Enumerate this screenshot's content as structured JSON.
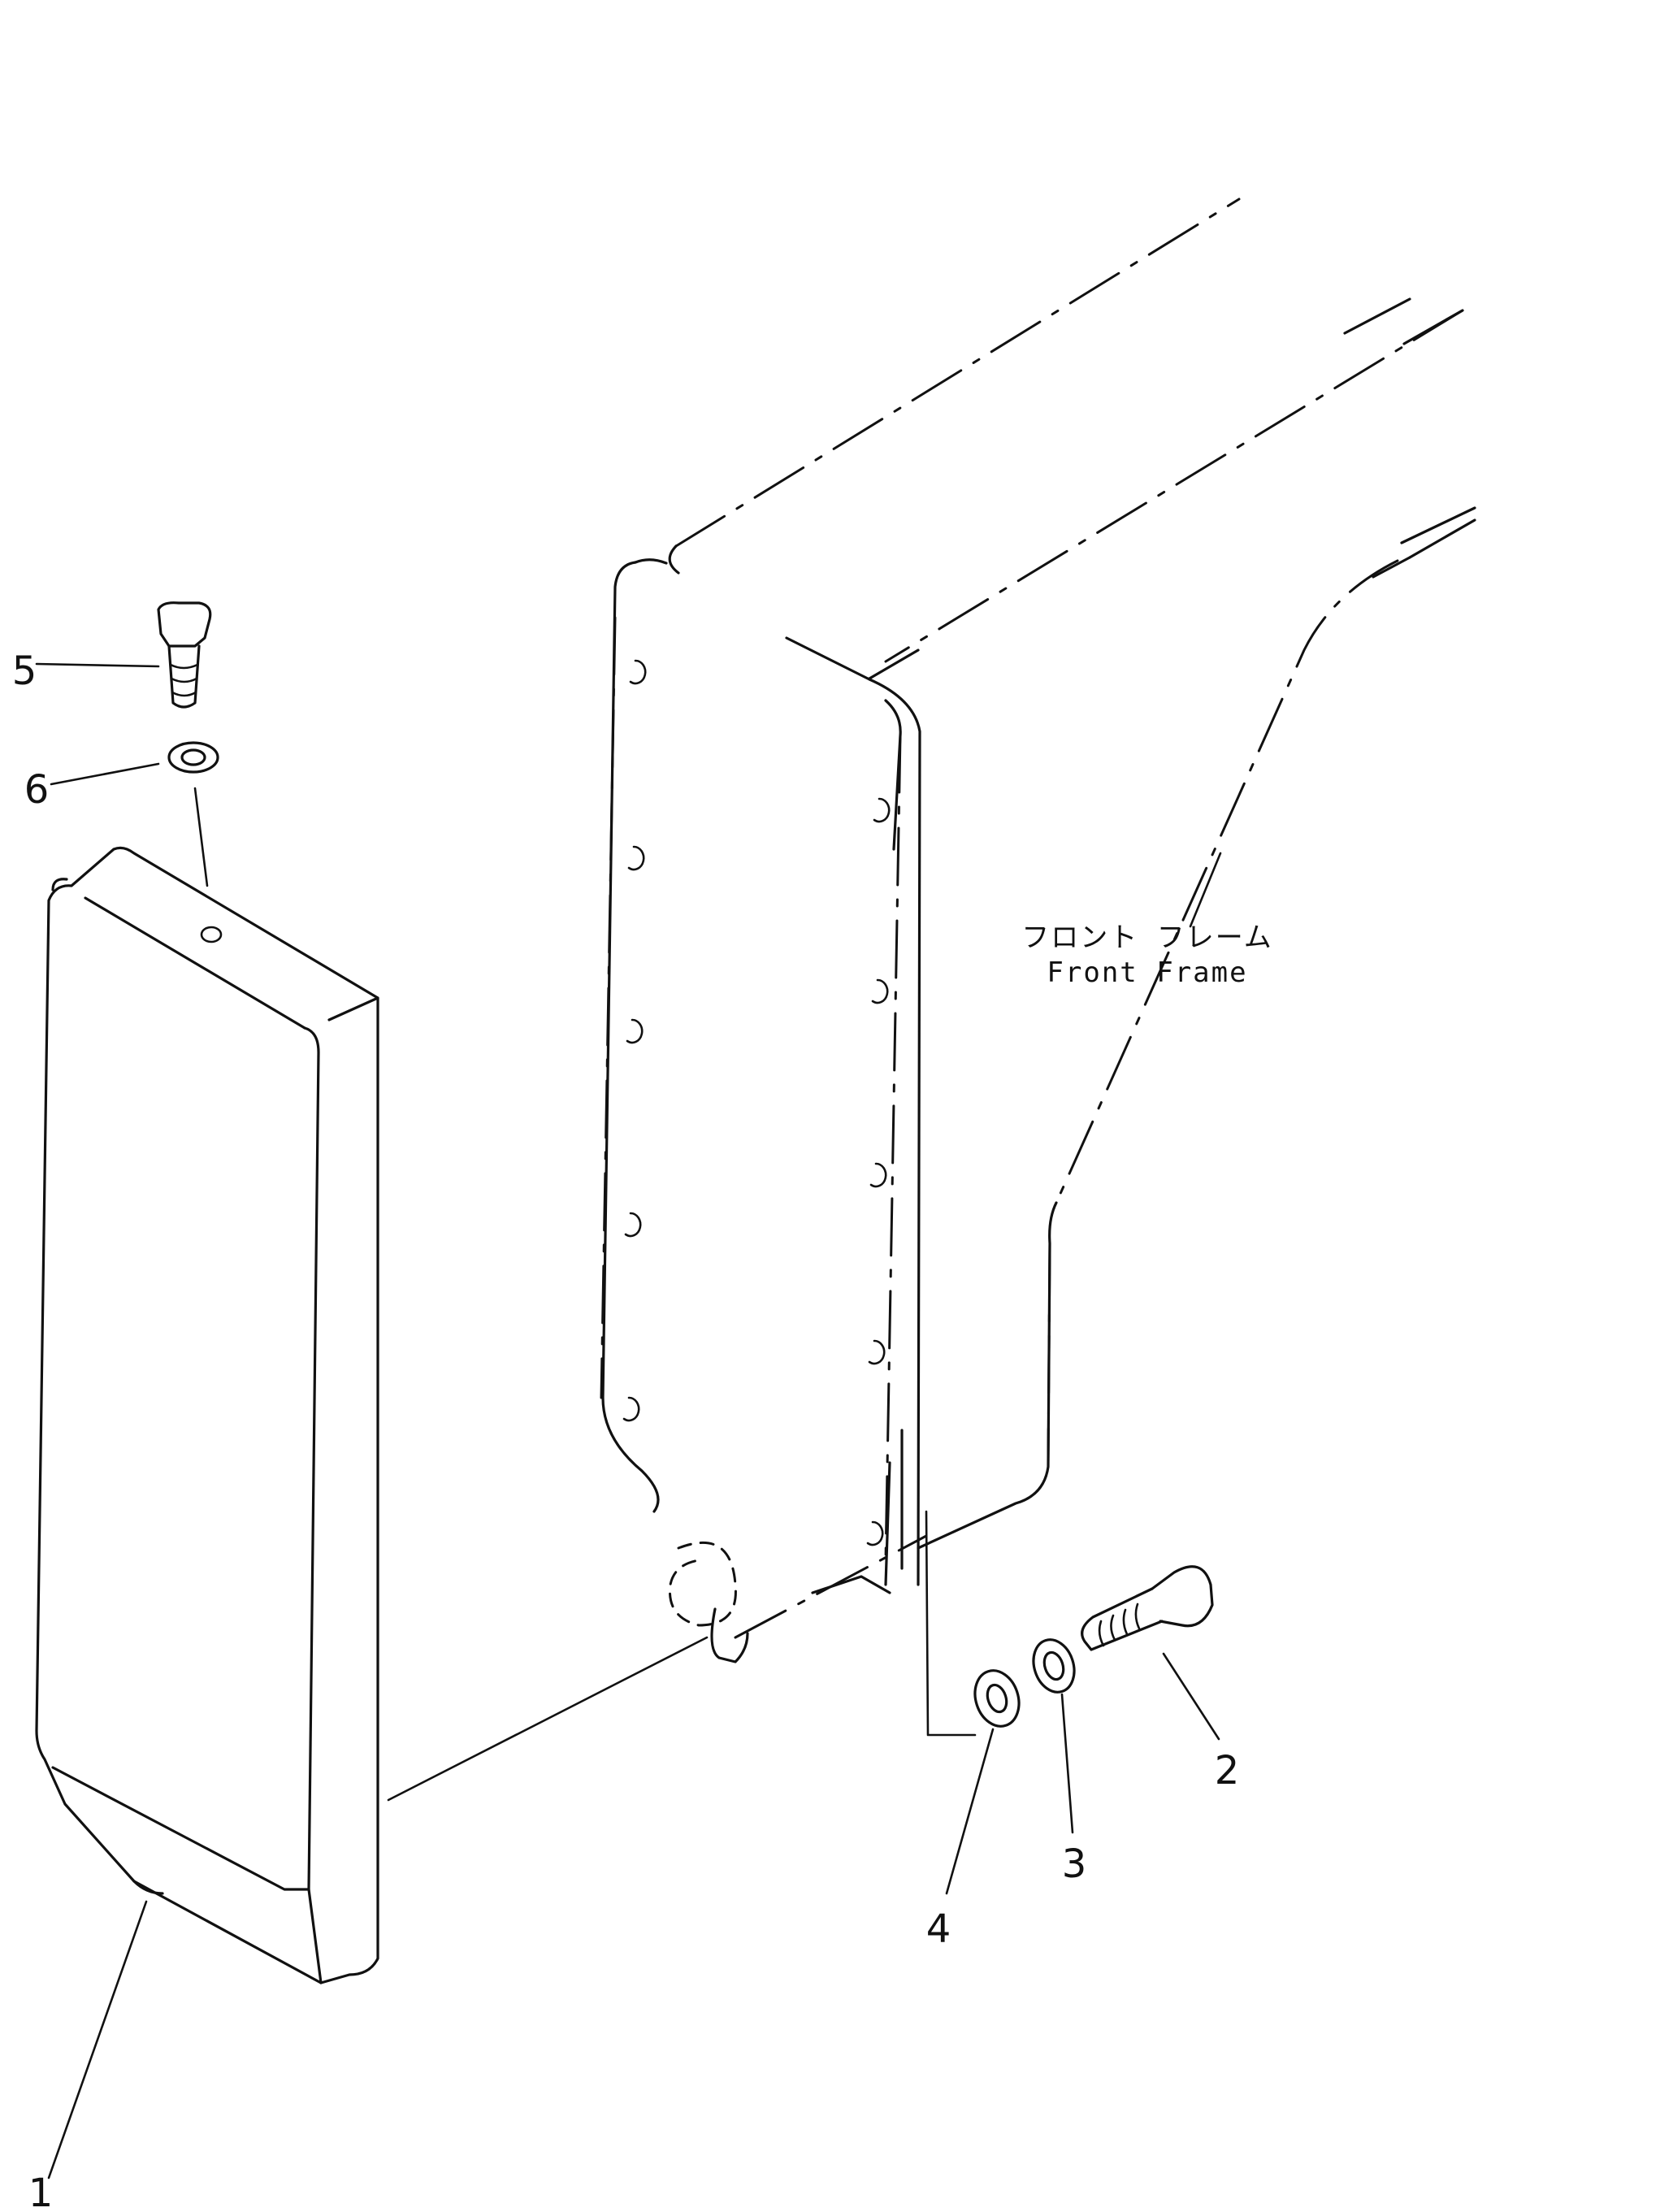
{
  "part_callouts": [
    {
      "number": "1"
    },
    {
      "number": "2"
    },
    {
      "number": "3"
    },
    {
      "number": "4"
    },
    {
      "number": "5"
    },
    {
      "number": "6"
    }
  ],
  "frame_label": {
    "japanese": "フロント フレーム",
    "english": "Front Frame"
  }
}
